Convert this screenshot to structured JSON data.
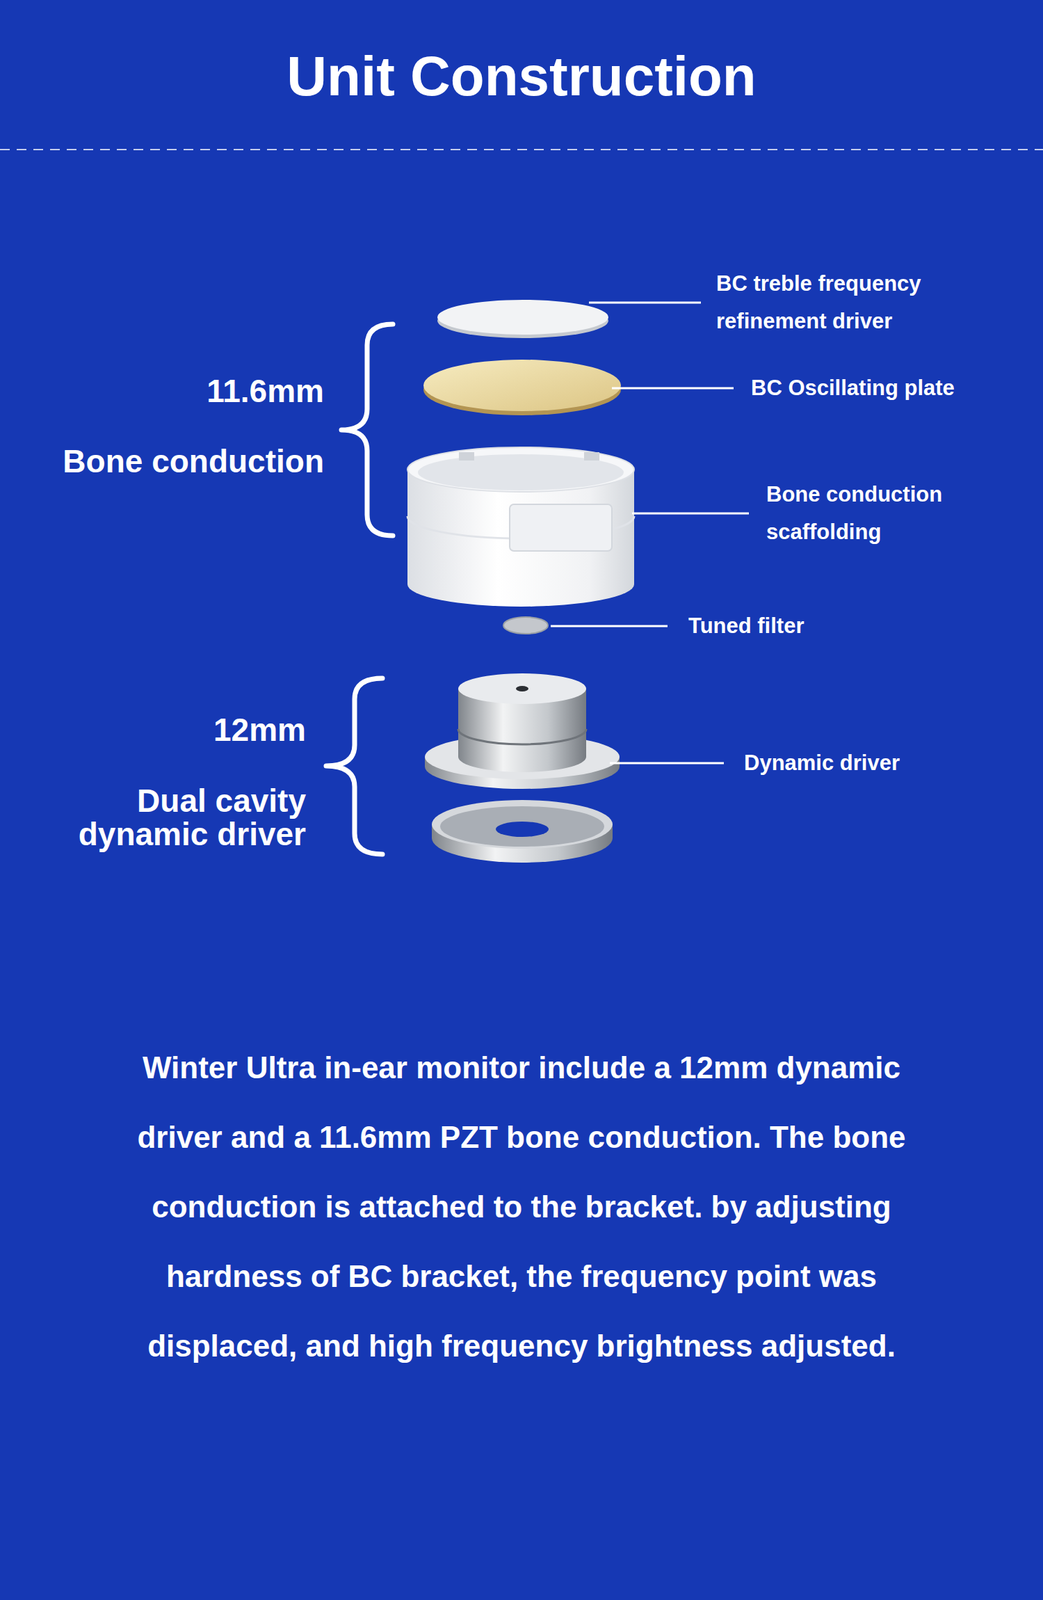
{
  "diagram": {
    "title": "Unit Construction",
    "caption": "Winter Ultra in-ear monitor include a 12mm dynamic driver and a 11.6mm PZT bone conduction. The bone conduction is attached to the bracket. by adjusting hardness of BC bracket, the frequency point was displaced, and high frequency brightness adjusted.",
    "labels": [
      "BC treble frequency refinement driver",
      "BC Oscillating plate",
      "11.6mm",
      "Bone conduction",
      "Bone conduction scaffolding",
      "Tuned filter",
      "12mm",
      "Dual cavity dynamic driver",
      "Dynamic driver"
    ]
  }
}
